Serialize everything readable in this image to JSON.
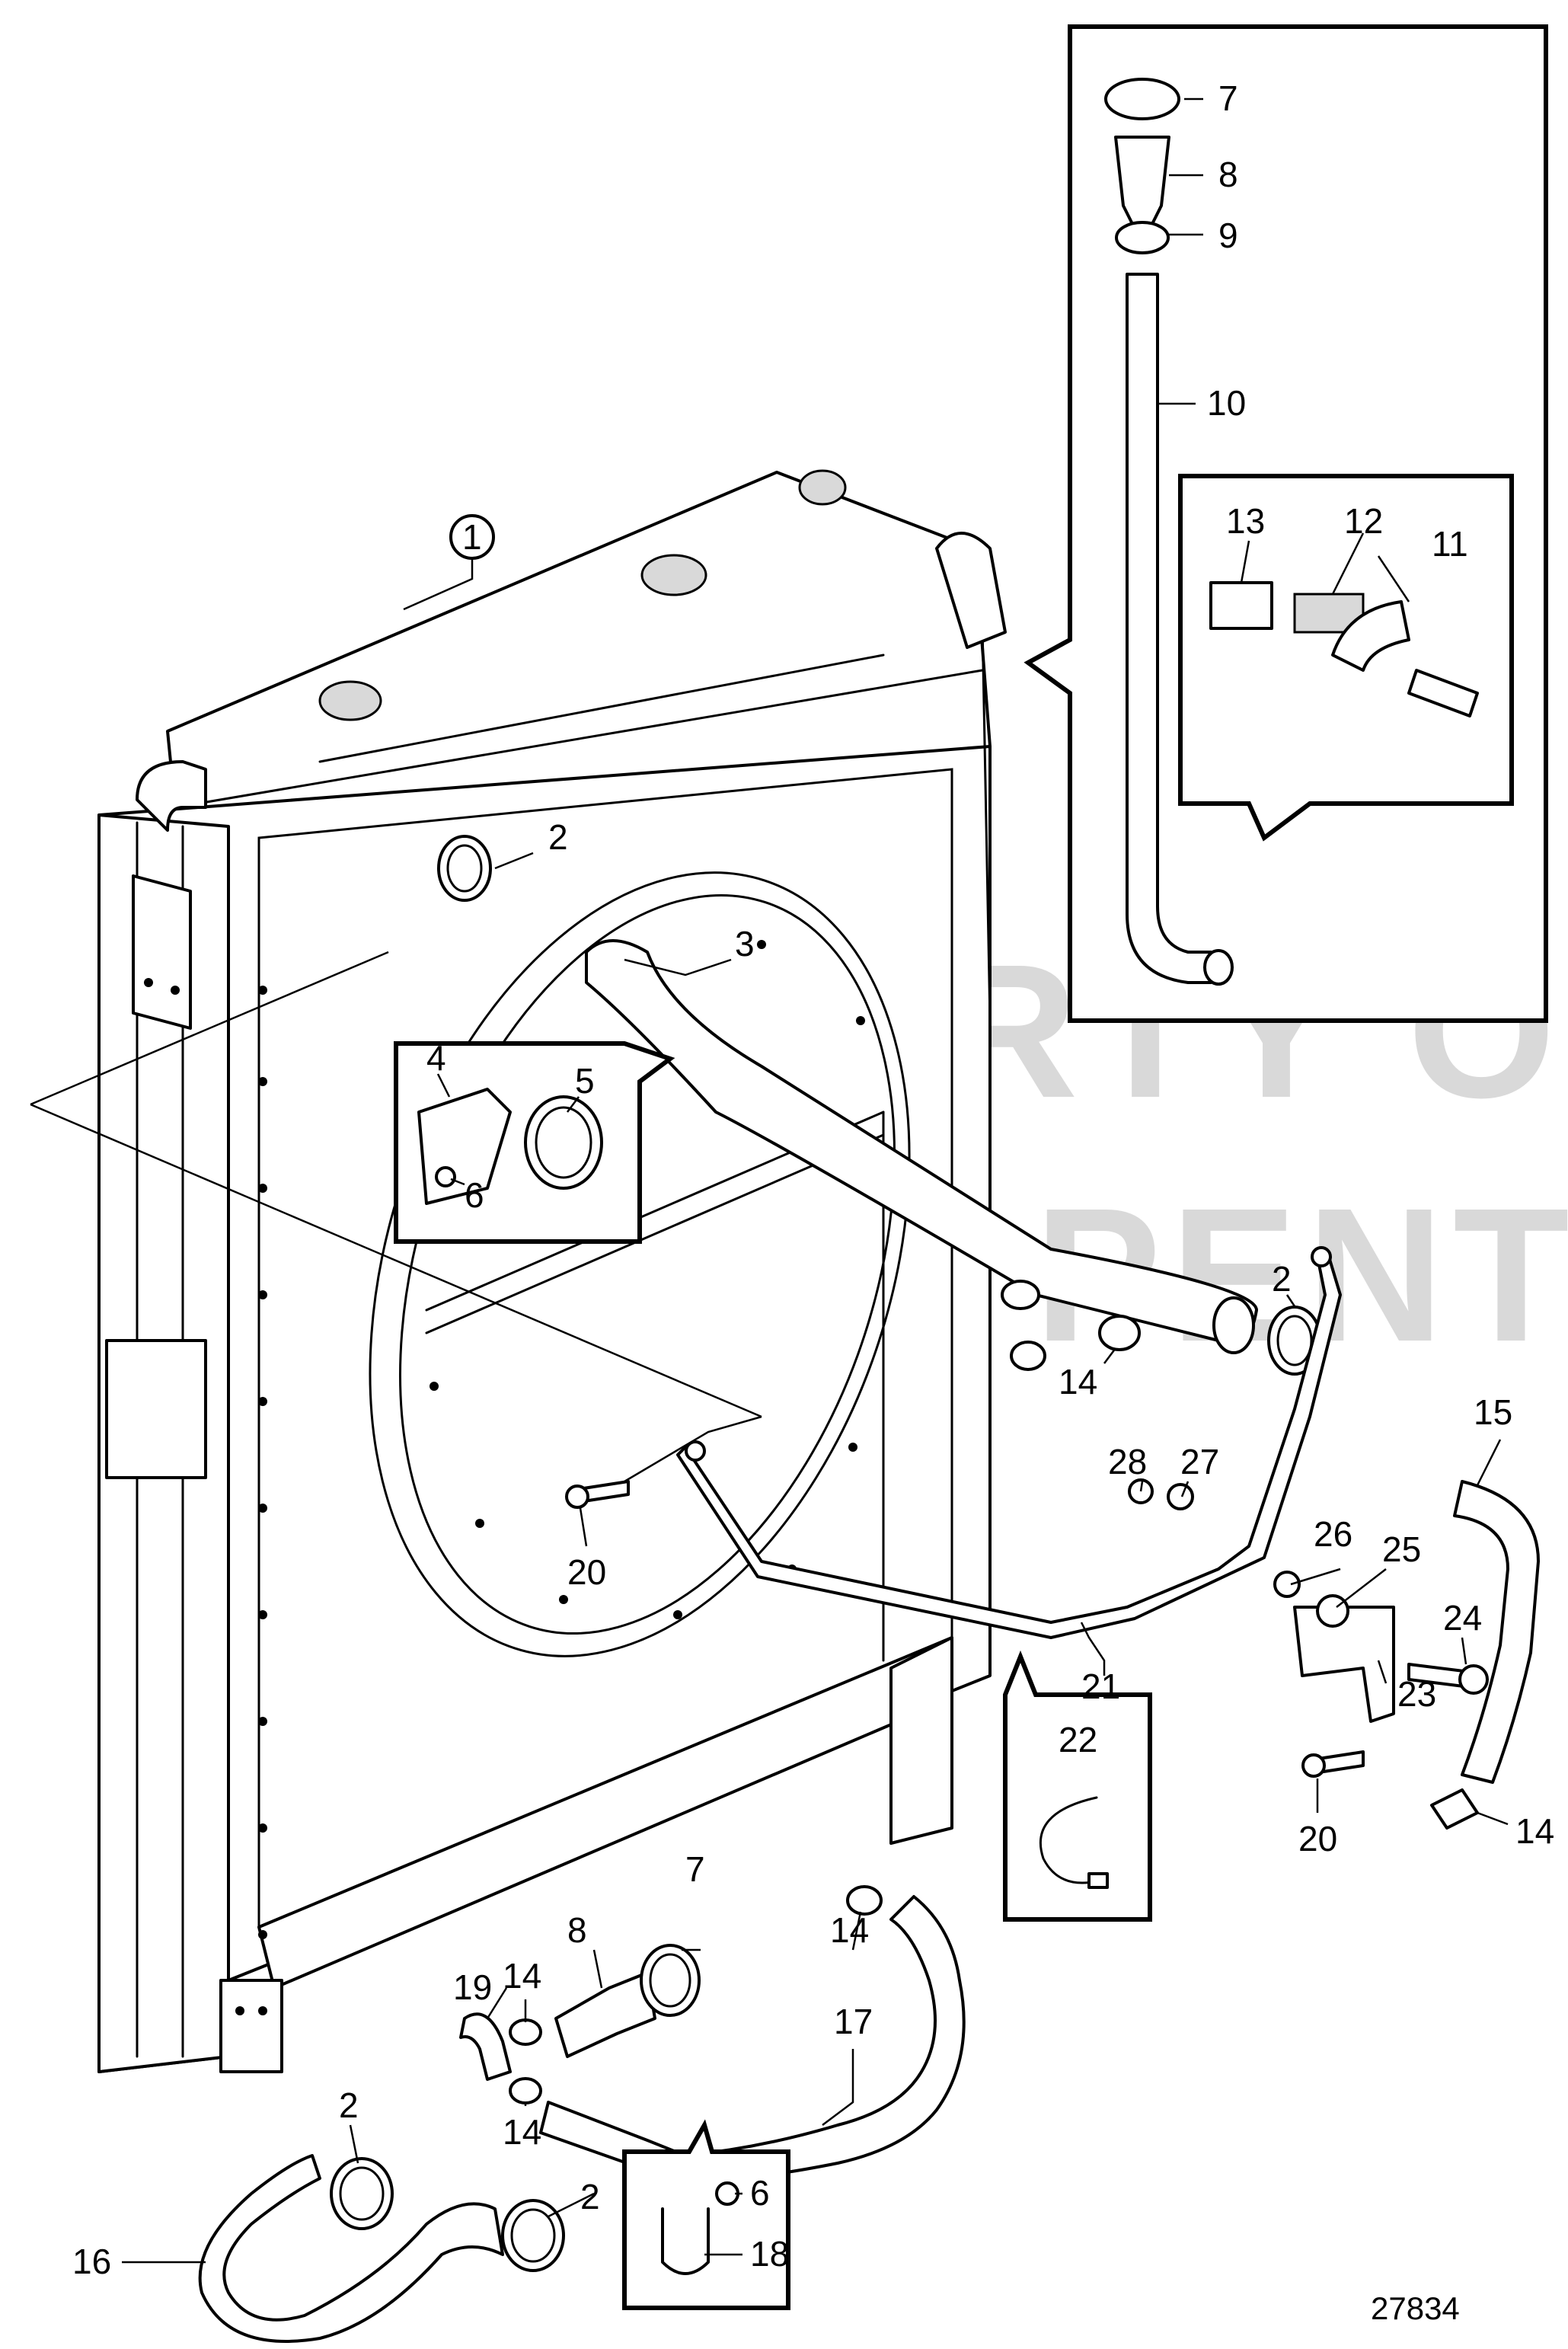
{
  "callouts": {
    "c1": "1",
    "c2a": "2",
    "c2b": "2",
    "c2c": "2",
    "c2d": "2",
    "c3": "3",
    "c4": "4",
    "c5": "5",
    "c6a": "6",
    "c6b": "6",
    "c7a": "7",
    "c7b": "7",
    "c8a": "8",
    "c8b": "8",
    "c9": "9",
    "c10": "10",
    "c11": "11",
    "c12": "12",
    "c13": "13",
    "c14a": "14",
    "c14b": "14",
    "c14c": "14",
    "c14d": "14",
    "c14e": "14",
    "c15": "15",
    "c16": "16",
    "c17": "17",
    "c18": "18",
    "c19": "19",
    "c20a": "20",
    "c20b": "20",
    "c21": "21",
    "c22": "22",
    "c23": "23",
    "c24": "24",
    "c25": "25",
    "c26": "26",
    "c27": "27",
    "c28": "28"
  },
  "figure_number": "27834",
  "watermark": {
    "line1": "PROPERTY OF",
    "line2": "VOLVO PENTA"
  }
}
